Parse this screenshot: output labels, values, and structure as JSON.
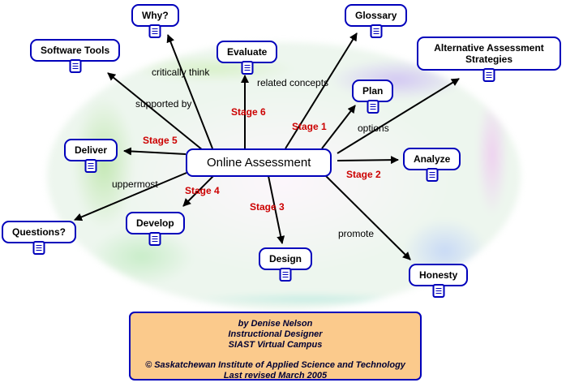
{
  "diagram": {
    "center": {
      "label": "Online Assessment"
    },
    "nodes": [
      {
        "id": "why",
        "label": "Why?"
      },
      {
        "id": "software-tools",
        "label": "Software Tools"
      },
      {
        "id": "evaluate",
        "label": "Evaluate"
      },
      {
        "id": "glossary",
        "label": "Glossary"
      },
      {
        "id": "alternative-assessment",
        "label": "Alternative Assessment Strategies"
      },
      {
        "id": "plan",
        "label": "Plan"
      },
      {
        "id": "analyze",
        "label": "Analyze"
      },
      {
        "id": "deliver",
        "label": "Deliver"
      },
      {
        "id": "questions",
        "label": "Questions?"
      },
      {
        "id": "develop",
        "label": "Develop"
      },
      {
        "id": "design",
        "label": "Design"
      },
      {
        "id": "honesty",
        "label": "Honesty"
      }
    ],
    "edge_labels": [
      {
        "id": "critically-think",
        "text": "critically think"
      },
      {
        "id": "supported-by",
        "text": "supported by"
      },
      {
        "id": "related-concepts",
        "text": "related concepts"
      },
      {
        "id": "stage-6",
        "text": "Stage 6"
      },
      {
        "id": "stage-1",
        "text": "Stage 1"
      },
      {
        "id": "options",
        "text": "options"
      },
      {
        "id": "stage-5",
        "text": "Stage 5"
      },
      {
        "id": "stage-2",
        "text": "Stage 2"
      },
      {
        "id": "uppermost",
        "text": "uppermost"
      },
      {
        "id": "stage-4",
        "text": "Stage 4"
      },
      {
        "id": "stage-3",
        "text": "Stage 3"
      },
      {
        "id": "promote",
        "text": "promote"
      }
    ],
    "footer": {
      "lines": [
        "by Denise Nelson",
        "Instructional Designer",
        "SIAST Virtual Campus",
        "© Saskatchewan Institute of Applied Science and Technology",
        "Last revised March 2005"
      ]
    },
    "colors": {
      "node_border": "#0000bb",
      "node_text": "#000000",
      "arrow": "#000000",
      "edge_label": "#000000",
      "stage_label": "#cc0000",
      "footer_bg": "#fbca8c",
      "footer_border": "#0000bb",
      "footer_text": "#000033"
    }
  }
}
